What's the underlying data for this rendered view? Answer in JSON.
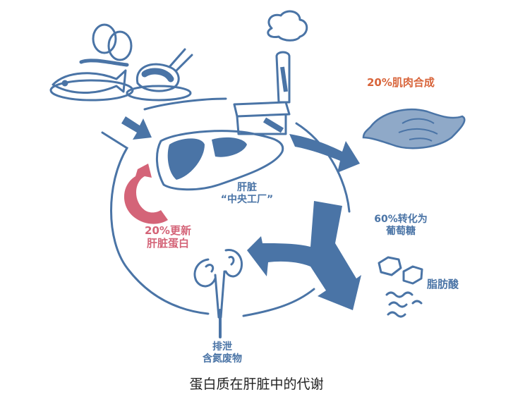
{
  "diagram": {
    "caption": "蛋白质在肝脏中的代谢",
    "colors": {
      "primary_blue": "#4a74a6",
      "muscle_label_orange": "#d8643a",
      "renewal_pink": "#d46478",
      "muscle_fill": "#8fa9c8"
    },
    "nodes": {
      "food": {
        "icon": "food-plate-icon",
        "items": [
          "eggs",
          "fish",
          "chicken drumsticks"
        ]
      },
      "factory": {
        "icon": "factory-chimney-icon"
      },
      "liver": {
        "icon": "liver-icon",
        "label_line1": "肝脏",
        "label_line2": "“中央工厂”"
      },
      "muscle": {
        "icon": "muscle-icon",
        "label": "20%肌肉合成"
      },
      "renewal": {
        "icon": "circular-arrow-icon",
        "label_line1": "20%更新",
        "label_line2": "肝脏蛋白"
      },
      "glucose": {
        "label_line1": "60%转化为",
        "label_line2": "葡萄糖"
      },
      "fatty_acid": {
        "icon": "hexagon-molecule-icon",
        "label": "脂肪酸"
      },
      "excretion": {
        "icon": "kidney-icon",
        "label_line1": "排泄",
        "label_line2": "含氮废物"
      }
    },
    "edges": [
      {
        "from": "food",
        "to": "liver"
      },
      {
        "from": "liver",
        "to": "muscle"
      },
      {
        "from": "liver",
        "to": "glucose"
      },
      {
        "from": "liver",
        "to": "excretion"
      },
      {
        "from": "liver",
        "to": "renewal"
      }
    ]
  }
}
